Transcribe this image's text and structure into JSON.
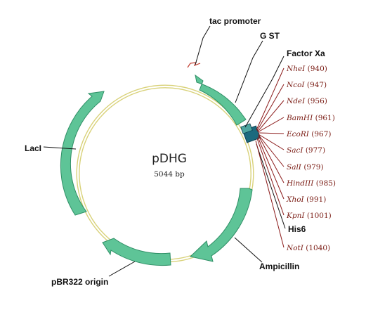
{
  "plasmid": {
    "name": "pDHG",
    "size": "5044 bp"
  },
  "colors": {
    "backbone": "#d9d27a",
    "feature_fill": "#5ec497",
    "feature_stroke": "#2f8f66",
    "mcs_box": "#1c6a7e",
    "site_line": "#8b1a1a",
    "site_text": "#7a1c14",
    "promoter": "#c0392b"
  },
  "features": {
    "tac": "tac promoter",
    "gst": "G ST",
    "factor_xa": "Factor Xa",
    "laci": "LacI",
    "pbr322": "pBR322 origin",
    "ampicillin": "Ampicillin",
    "his6": "His6"
  },
  "sites": [
    {
      "enzyme": "NheI",
      "pos": "(940)"
    },
    {
      "enzyme": "NcoI",
      "pos": "(947)"
    },
    {
      "enzyme": "NdeI",
      "pos": "(956)"
    },
    {
      "enzyme": "BamHI",
      "pos": "(961)"
    },
    {
      "enzyme": "EcoRI",
      "pos": "(967)"
    },
    {
      "enzyme": "SacI",
      "pos": "(977)"
    },
    {
      "enzyme": "SalI",
      "pos": "(979)"
    },
    {
      "enzyme": "HindIII",
      "pos": "(985)"
    },
    {
      "enzyme": "XhoI",
      "pos": "(991)"
    },
    {
      "enzyme": "KpnI",
      "pos": "(1001)"
    },
    {
      "enzyme": "NotI",
      "pos": "(1040)"
    }
  ]
}
